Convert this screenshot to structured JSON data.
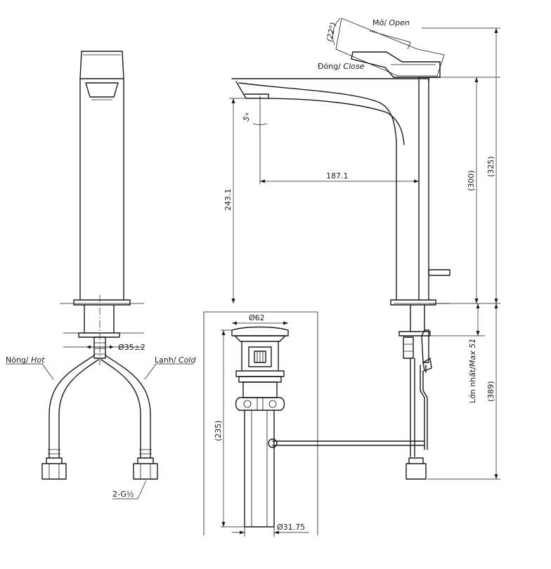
{
  "labels": {
    "open_vi": "Mở/ ",
    "open_en": "Open",
    "close_vi": "Đóng/ ",
    "close_en": "Close",
    "angle_lever": "(22°)",
    "angle_spout": "5°",
    "hot_vi": "Nóng/ ",
    "hot_en": "Hot",
    "cold_vi": "Lạnh/ ",
    "cold_en": "Cold",
    "max_vi": "Lớn nhất/",
    "max_en": "Max 51",
    "thread": "2-G½"
  },
  "dimensions": {
    "reach": "187.1",
    "spout_height": "243.1",
    "body_height": "(300)",
    "total_height": "(325)",
    "hose_length": "(389)",
    "hole_diameter": "Ø35±2",
    "drain_top_diameter": "Ø62",
    "drain_length": "(235)",
    "drain_pipe_diameter": "Ø31.75"
  }
}
